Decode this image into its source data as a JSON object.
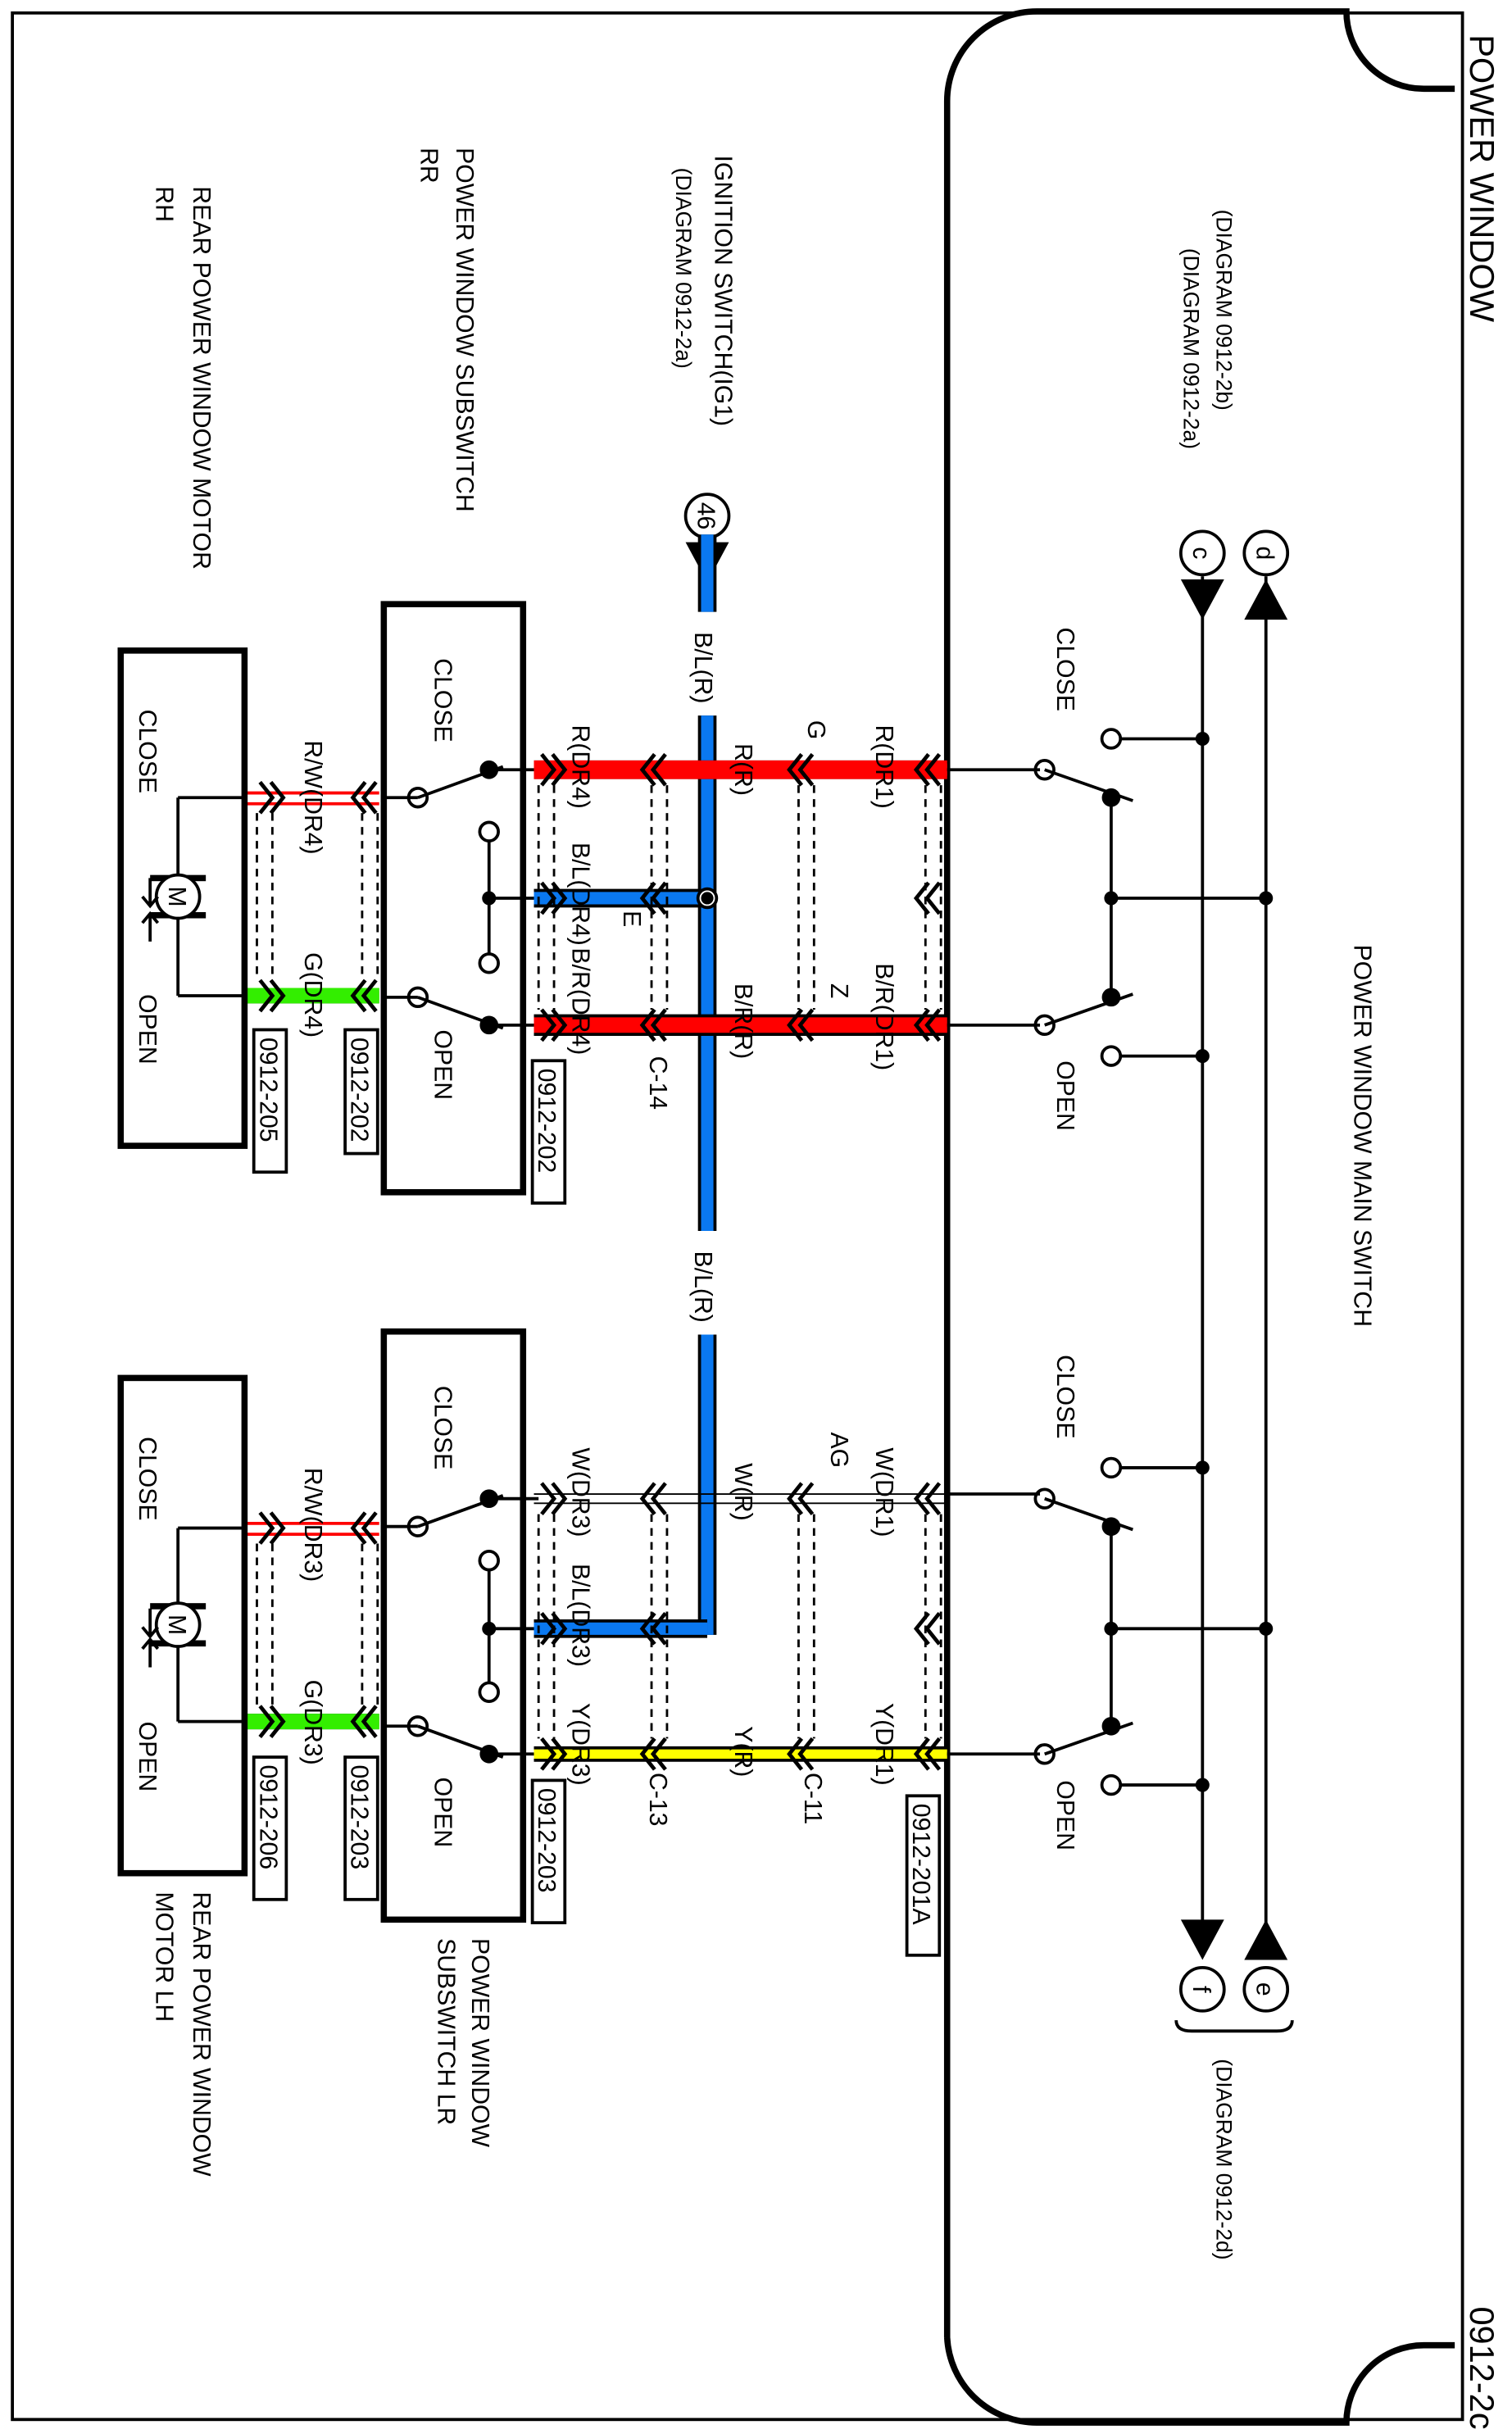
{
  "header": {
    "title": "POWER WINDOW",
    "page_code": "0912-2c"
  },
  "colors": {
    "red": "#ff0000",
    "blue": "#0a78f0",
    "yellow": "#ffff00",
    "green": "#33ee00",
    "black": "#000000"
  },
  "main_switch": {
    "name": "POWER WINDOW MAIN SWITCH",
    "close_label": "CLOSE",
    "open_label": "OPEN",
    "ref_top_d": "(DIAGRAM 0912-2b)",
    "ref_top_c": "(DIAGRAM 0912-2a)",
    "ref_bottom": "(DIAGRAM 0912-2d)",
    "terminals": {
      "c": "c",
      "d": "d",
      "e": "e",
      "f": "f"
    }
  },
  "ignition": {
    "name": "IGNITION SWITCH(IG1)",
    "ref": "(DIAGRAM 0912-2a)",
    "terminal": "46"
  },
  "subswitch_rr": {
    "name_line1": "POWER WINDOW SUBSWITCH",
    "name_line2": "RR",
    "close_label": "CLOSE",
    "open_label": "OPEN"
  },
  "subswitch_lr": {
    "name_line1": "POWER WINDOW",
    "name_line2": "SUBSWITCH LR",
    "close_label": "CLOSE",
    "open_label": "OPEN"
  },
  "motor_rh": {
    "name_line1": "REAR POWER WINDOW MOTOR",
    "name_line2": "RH",
    "close_label": "CLOSE",
    "open_label": "OPEN",
    "symbol": "M"
  },
  "motor_lh": {
    "name_line1": "REAR POWER WINDOW",
    "name_line2": "MOTOR LH",
    "close_label": "CLOSE",
    "open_label": "OPEN",
    "symbol": "M"
  },
  "wires": {
    "bl_r": "B/L(R)",
    "r_dr1": "R(DR1)",
    "g": "G",
    "r_r": "R(R)",
    "r_dr4": "R(DR4)",
    "bl_dr4": "B/L(DR4)",
    "br_dr4": "B/R(DR4)",
    "e": "E",
    "br_dr1": "B/R(DR1)",
    "z": "Z",
    "br_r": "B/R(R)",
    "c14": "C-14",
    "rw_dr4": "R/W(DR4)",
    "g_dr4": "G(DR4)",
    "w_dr1": "W(DR1)",
    "ag": "AG",
    "w_r": "W(R)",
    "w_dr3": "W(DR3)",
    "bl_dr3": "B/L(DR3)",
    "y_dr3": "Y(DR3)",
    "y_dr1": "Y(DR1)",
    "y_r": "Y(R)",
    "c13": "C-13",
    "c11": "C-11",
    "rw_dr3": "R/W(DR3)",
    "g_dr3": "G(DR3)"
  },
  "refs": {
    "r202a": "0912-202",
    "r205": "0912-205",
    "r202b": "0912-202",
    "r203a": "0912-203",
    "r203b": "0912-203",
    "r206": "0912-206",
    "r201a": "0912-201A"
  }
}
